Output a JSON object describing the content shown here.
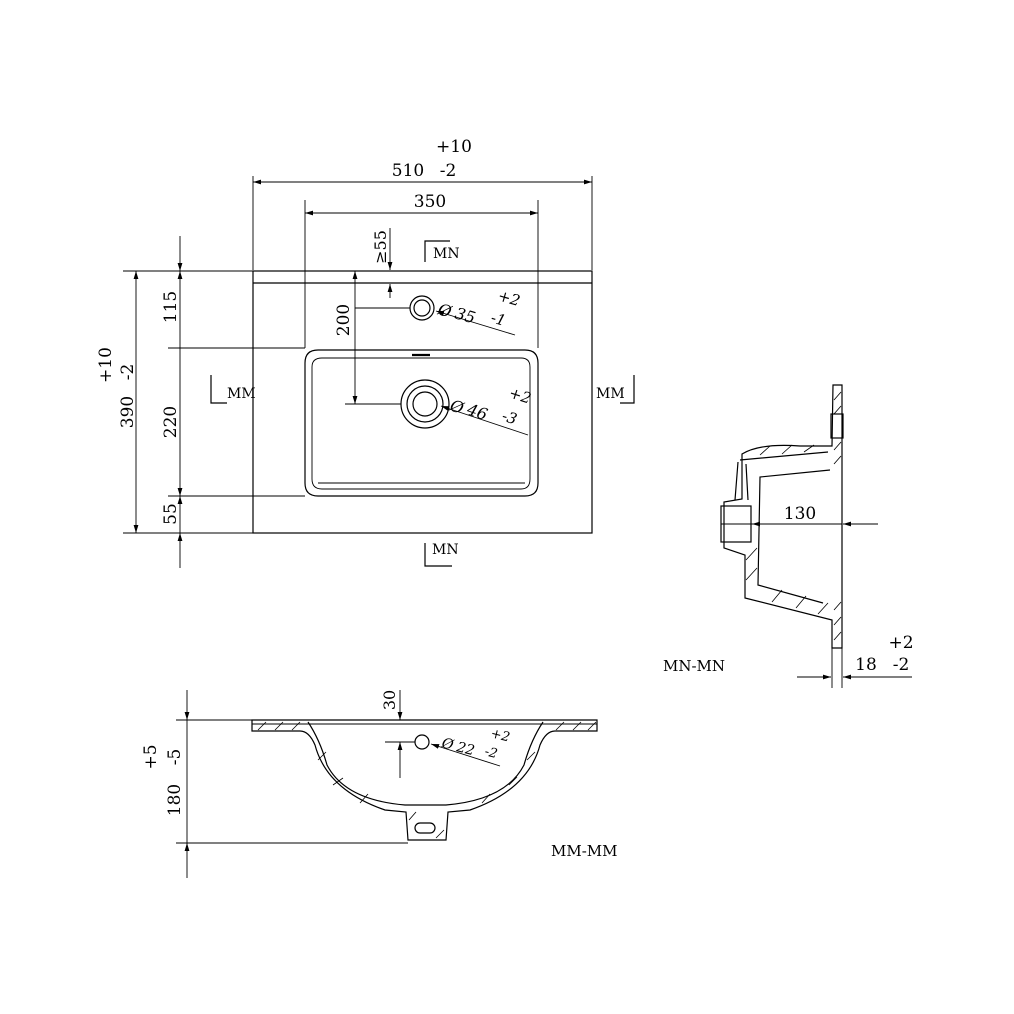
{
  "top_view": {
    "width_tol_plus": "+10",
    "width_value": "510",
    "width_tol_minus": "-2",
    "bowl_width": "350",
    "tap_min": "≥55",
    "section_mn_top": "MN",
    "depth_tol_plus": "+10",
    "depth_value": "390",
    "depth_tol_minus": "-2",
    "dim_115": "115",
    "dim_220": "220",
    "dim_55": "55",
    "dim_200": "200",
    "section_mm_left": "MM",
    "section_mm_right": "MM",
    "tap_hole": {
      "prefix": "Ø",
      "value": "35",
      "tol_plus": "+2",
      "tol_minus": "-1"
    },
    "drain_hole": {
      "prefix": "Ø",
      "value": "46",
      "tol_plus": "+2",
      "tol_minus": "-3"
    },
    "section_mn_bottom": "MN"
  },
  "side_section": {
    "dim_130": "130",
    "thickness_value": "18",
    "thickness_tol_plus": "+2",
    "thickness_tol_minus": "-2",
    "label": "MN-MN"
  },
  "front_section": {
    "dim_30": "30",
    "height_tol_plus": "+5",
    "height_tol_minus": "-5",
    "height_value": "180",
    "overflow_hole": {
      "prefix": "Ø",
      "value": "22",
      "tol_plus": "+2",
      "tol_minus": "-2"
    },
    "label": "MM-MM"
  }
}
